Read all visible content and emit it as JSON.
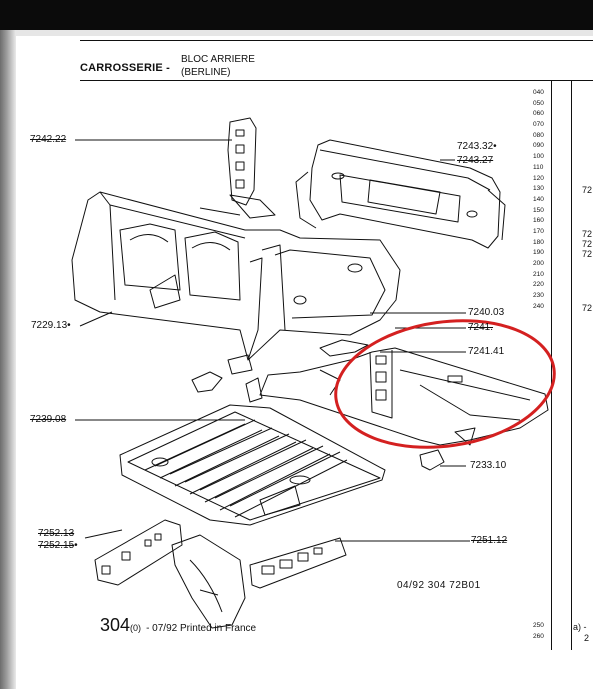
{
  "header": {
    "section": "CARROSSERIE -",
    "subsection_line1": "BLOC ARRIERE",
    "subsection_line2": "(BERLINE)"
  },
  "part_refs": {
    "r7242_22": "7242.22",
    "r7243_32": "7243.32",
    "r7243_27": "7243.27",
    "r7229_13": "7229.13",
    "r7240_03": "7240.03",
    "r7241_xx": "7241.",
    "r7241_41": "7241.41",
    "r7239_08": "7239.08",
    "r7233_10": "7233.10",
    "r7252_13": "7252.13",
    "r7252_15": "7252.15",
    "r7251_12": "7251.12"
  },
  "scale_numbers": [
    "040",
    "050",
    "060",
    "070",
    "080",
    "090",
    "100",
    "110",
    "120",
    "130",
    "140",
    "150",
    "160",
    "170",
    "180",
    "190",
    "200",
    "210",
    "220",
    "230",
    "240"
  ],
  "scale_bottom": [
    "250",
    "260"
  ],
  "right_edge": {
    "e1": "72",
    "e2": "72",
    "e3": "72",
    "e4": "72",
    "e5": "72",
    "e6": "a) -",
    "e7": "2"
  },
  "caption": "04/92 304 72B01",
  "footer": {
    "model": "304",
    "variant": "(0)",
    "text": "- 07/92 Printed in France"
  },
  "colors": {
    "highlight_circle": "#d42020",
    "ink": "#111111"
  }
}
